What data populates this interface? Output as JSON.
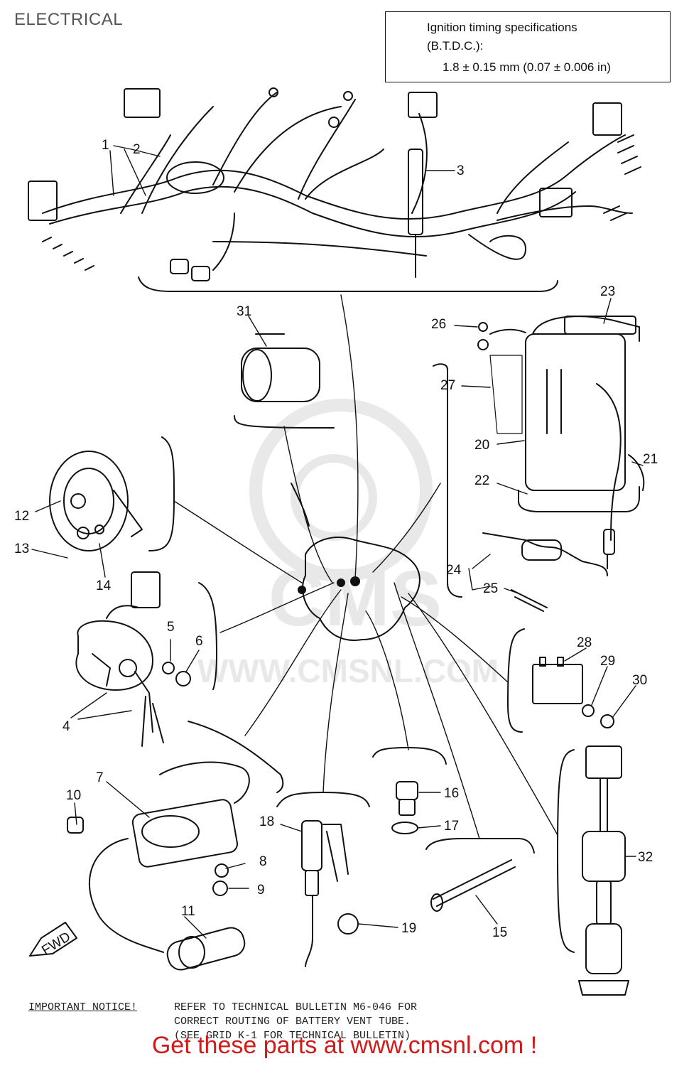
{
  "header": {
    "title": "ELECTRICAL"
  },
  "spec": {
    "line1": "Ignition timing specifications",
    "line2": "(B.T.D.C.):",
    "line3": "1.8  ±  0.15 mm (0.07  ±  0.006 in)"
  },
  "watermark": {
    "text": "WWW.CMSNL.COM"
  },
  "callouts": [
    "1",
    "2",
    "3",
    "4",
    "5",
    "6",
    "7",
    "8",
    "9",
    "10",
    "11",
    "12",
    "13",
    "14",
    "15",
    "16",
    "17",
    "18",
    "19",
    "20",
    "21",
    "22",
    "23",
    "24",
    "25",
    "26",
    "27",
    "28",
    "29",
    "30",
    "31",
    "32"
  ],
  "fwd_label": "FWD",
  "notice": {
    "lead": "IMPORTANT NOTICE!",
    "line1": "REFER TO TECHNICAL BULLETIN M6-046 FOR",
    "line2": "CORRECT ROUTING OF BATTERY VENT TUBE.",
    "line3": "(SEE GRID K-1 FOR TECHNICAL BULLETIN)"
  },
  "promo": {
    "text": "Get these parts at www.cmsnl.com !",
    "color": "#d11a1a"
  }
}
